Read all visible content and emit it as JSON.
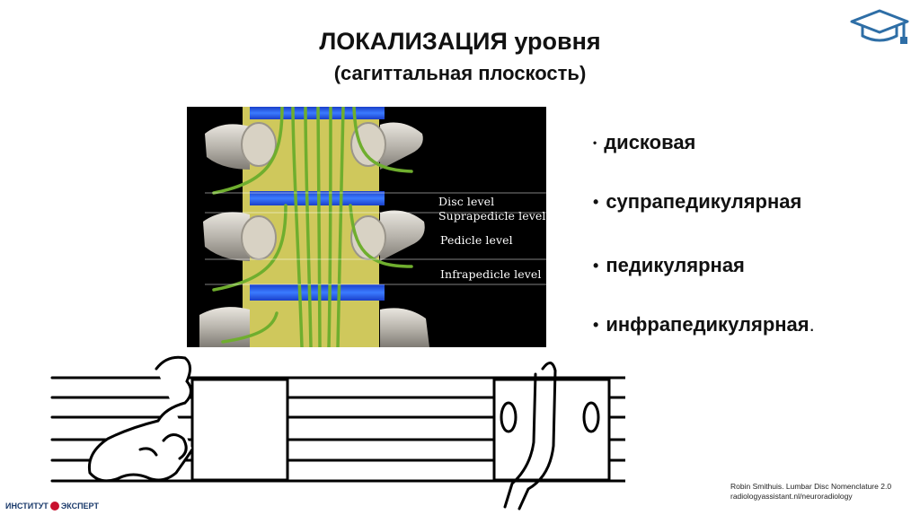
{
  "header": {
    "title": "ЛОКАЛИЗАЦИЯ уровня",
    "subtitle": "(сагиттальная плоскость)"
  },
  "image": {
    "labels": {
      "disc": "Disc level",
      "suprapedicle": "Suprapedicle level",
      "pedicle": "Pedicle level",
      "infrapedicle": "Infrapedicle level"
    }
  },
  "bullets": {
    "items": [
      "дисковая",
      "супрапедикулярная",
      "педикулярная",
      "инфрапедикулярная"
    ],
    "last_period": "."
  },
  "citation": {
    "line1": "Robin Smithuis. Lumbar Disc Nomenclature 2.0",
    "line2": "radiologyassistant.nl/neuroradiology"
  },
  "brand": {
    "left": "ИНСТИТУТ",
    "right": "ЭКСПЕРТ"
  },
  "icons": {
    "logo": "graduation-cap-icon",
    "bullet": "bullet-dot"
  },
  "colors": {
    "disc_blue": "#2f6bff",
    "nerve_green": "#6fae2e",
    "canal_yellow": "#d9d46a",
    "brand_blue": "#1a3a6b",
    "brand_red": "#c8102e"
  }
}
